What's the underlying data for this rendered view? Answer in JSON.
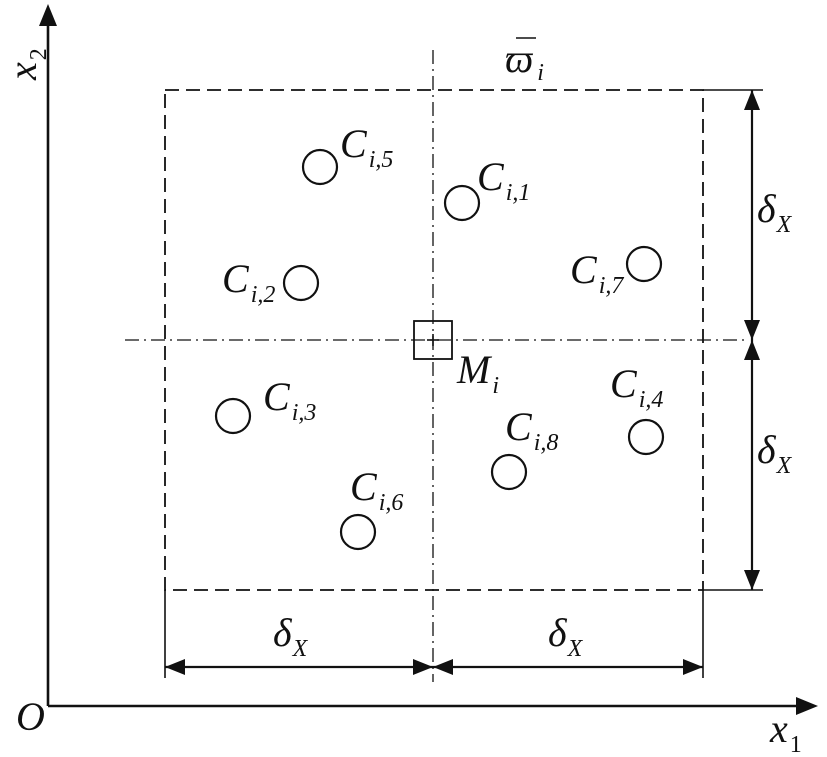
{
  "axes": {
    "origin": "O",
    "x_axis": {
      "base": "x",
      "sub": "1"
    },
    "y_axis": {
      "base": "x",
      "sub": "2"
    }
  },
  "region_label": {
    "base": "ϖ",
    "sub": "i"
  },
  "center_point": {
    "base": "M",
    "sub": "i"
  },
  "dimension_label": {
    "base": "δ",
    "sub": "X"
  },
  "points": [
    {
      "id": "i5",
      "base": "C",
      "sub": "i,5"
    },
    {
      "id": "i1",
      "base": "C",
      "sub": "i,1"
    },
    {
      "id": "i2",
      "base": "C",
      "sub": "i,2"
    },
    {
      "id": "i7",
      "base": "C",
      "sub": "i,7"
    },
    {
      "id": "i3",
      "base": "C",
      "sub": "i,3"
    },
    {
      "id": "i4",
      "base": "C",
      "sub": "i,4"
    },
    {
      "id": "i8",
      "base": "C",
      "sub": "i,8"
    },
    {
      "id": "i6",
      "base": "C",
      "sub": "i,6"
    }
  ]
}
